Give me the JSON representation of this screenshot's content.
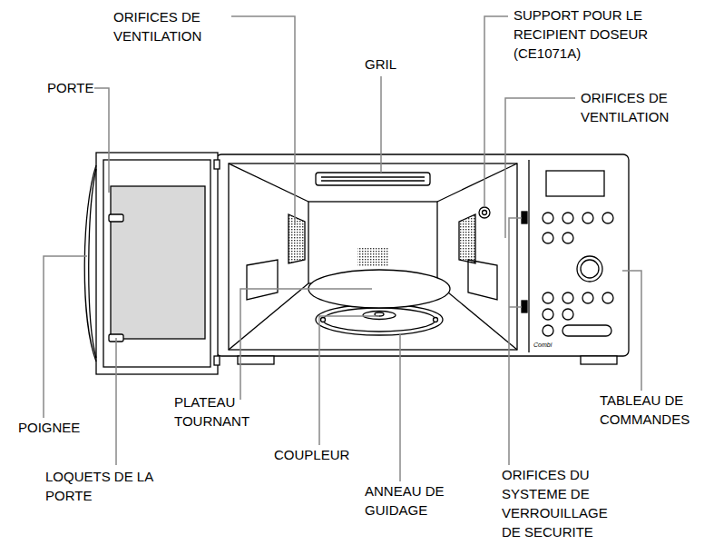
{
  "diagram": {
    "labels": [
      "ORIFICES DE VENTILATION",
      "GRIL",
      "PORTE",
      "SUPPORT POUR LE RECIPIENT DOSEUR (CE1071A)",
      "ORIFICES DE VENTILATION",
      "POIGNEE",
      "PLATEAU TOURNANT",
      "TABLEAU DE COMMANDES",
      "COUPLEUR",
      "LOQUETS DE LA PORTE",
      "ANNEAU DE GUIDAGE",
      "ORIFICES DU SYSTEME DE VERROUILLAGE DE SECURITE",
      "Combi"
    ]
  }
}
